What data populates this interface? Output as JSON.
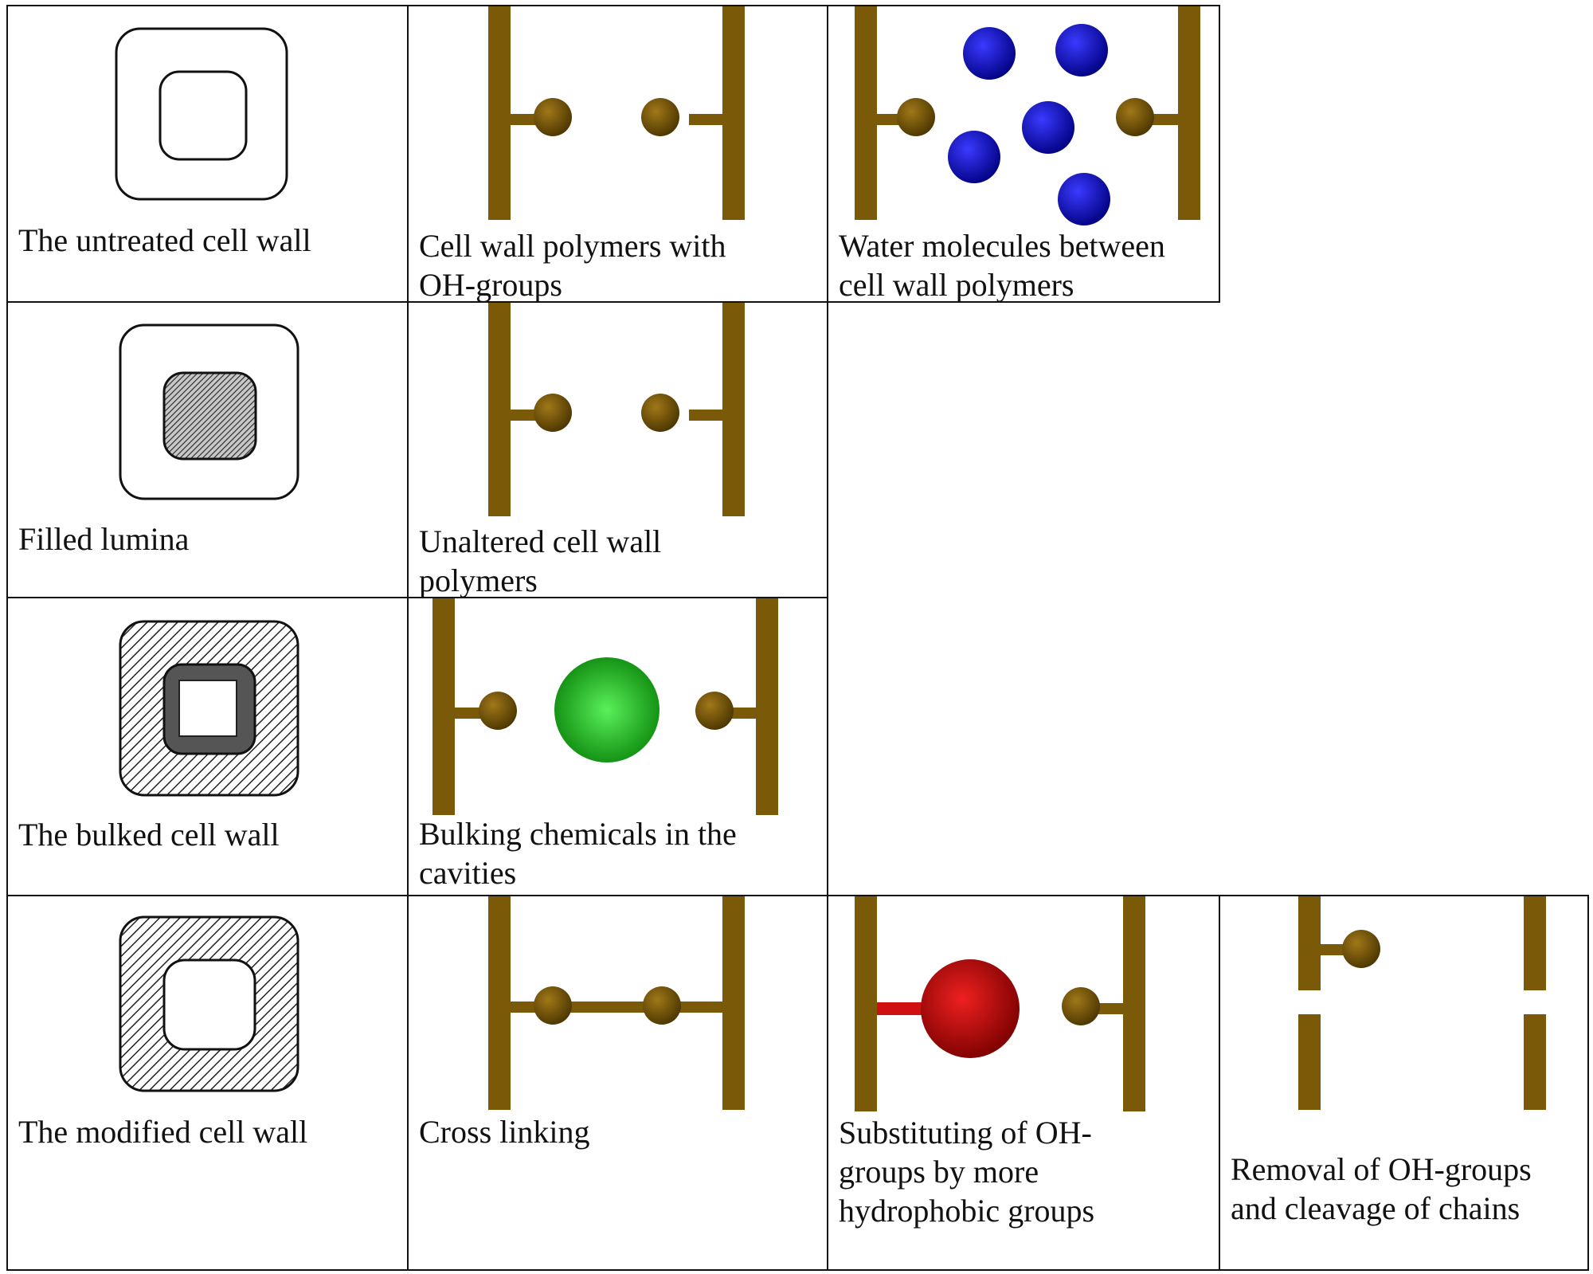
{
  "rows": [
    {
      "cells": [
        {
          "caption": [
            "The untreated cell wall"
          ],
          "figure": "untreated-cell-wall"
        },
        {
          "caption": [
            "Cell wall polymers with",
            "OH-groups"
          ],
          "figure": "polymers-with-oh-groups"
        },
        {
          "caption": [
            "Water molecules between",
            "cell wall polymers"
          ],
          "figure": "water-molecules"
        }
      ]
    },
    {
      "cells": [
        {
          "caption": [
            "Filled lumina"
          ],
          "figure": "filled-lumina"
        },
        {
          "caption": [
            "Unaltered cell wall",
            "polymers"
          ],
          "figure": "unaltered-polymers"
        }
      ]
    },
    {
      "cells": [
        {
          "caption": [
            "The bulked cell wall"
          ],
          "figure": "bulked-cell-wall"
        },
        {
          "caption": [
            "Bulking chemicals in the",
            "cavities"
          ],
          "figure": "bulking-chemical"
        }
      ]
    },
    {
      "cells": [
        {
          "caption": [
            "The modified cell wall"
          ],
          "figure": "modified-cell-wall"
        },
        {
          "caption": [
            "Cross linking"
          ],
          "figure": "cross-linking"
        },
        {
          "caption": [
            "Substituting of OH-",
            "groups by more",
            "hydrophobic groups"
          ],
          "figure": "substitution"
        },
        {
          "caption": [
            "Removal of OH-groups",
            "and cleavage of chains"
          ],
          "figure": "removal-cleavage"
        }
      ]
    }
  ],
  "colors": {
    "polymer": "#7a5a08",
    "oh_group": "#5a4100",
    "water": "#1010c8",
    "bulking_chemical": "#18b018",
    "hydrophobic_group": "#c00000",
    "outline": "#111111"
  }
}
